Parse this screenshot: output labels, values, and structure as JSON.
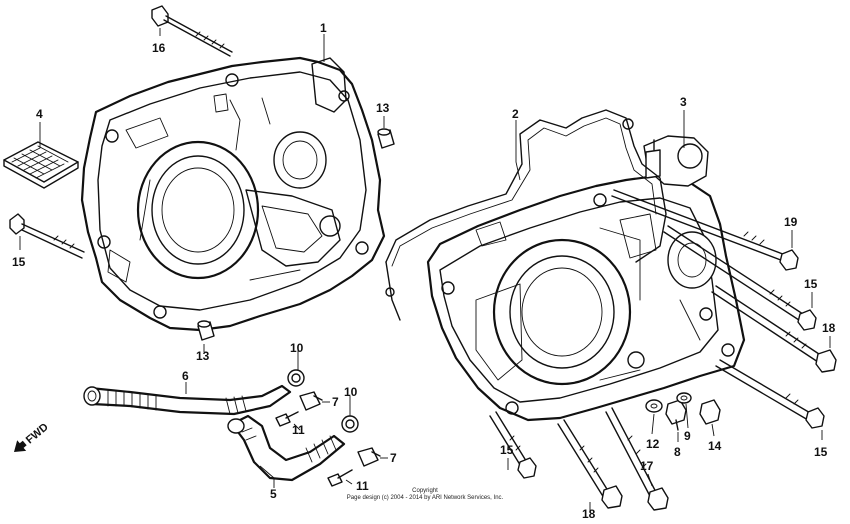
{
  "diagram": {
    "callouts": {
      "c1": "1",
      "c2": "2",
      "c3": "3",
      "c4": "4",
      "c5": "5",
      "c6": "6",
      "c7a": "7",
      "c7b": "7",
      "c8": "8",
      "c9": "9",
      "c10a": "10",
      "c10b": "10",
      "c11a": "11",
      "c11b": "11",
      "c12": "12",
      "c13a": "13",
      "c13b": "13",
      "c14": "14",
      "c15a": "15",
      "c15b": "15",
      "c15c": "15",
      "c15d": "15",
      "c16": "16",
      "c17": "17",
      "c18a": "18",
      "c18b": "18",
      "c19": "19"
    },
    "fwd_label": "FWD"
  },
  "footer": {
    "line1": "Copyright",
    "line2": "Page design (c) 2004 - 2014 by ARI Network Services, Inc."
  }
}
